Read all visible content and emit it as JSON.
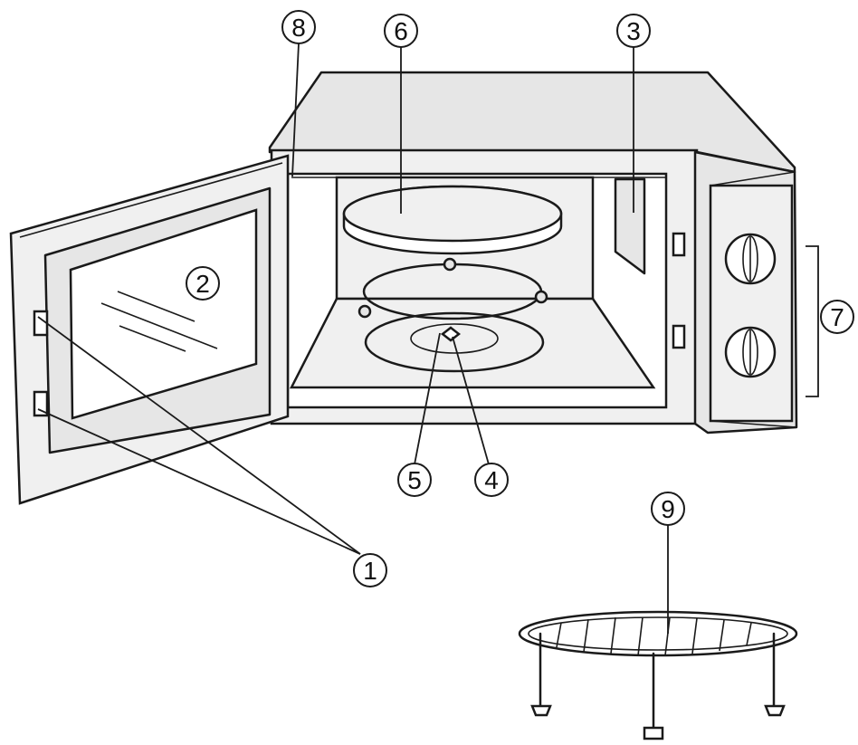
{
  "callouts": [
    {
      "id": "1",
      "label": "1"
    },
    {
      "id": "2",
      "label": "2"
    },
    {
      "id": "3",
      "label": "3"
    },
    {
      "id": "4",
      "label": "4"
    },
    {
      "id": "5",
      "label": "5"
    },
    {
      "id": "6",
      "label": "6"
    },
    {
      "id": "7",
      "label": "7"
    },
    {
      "id": "8",
      "label": "8"
    },
    {
      "id": "9",
      "label": "9"
    }
  ],
  "colors": {
    "line": "#1a1a1a",
    "panel": "#e6e6e6",
    "background": "#ffffff"
  }
}
